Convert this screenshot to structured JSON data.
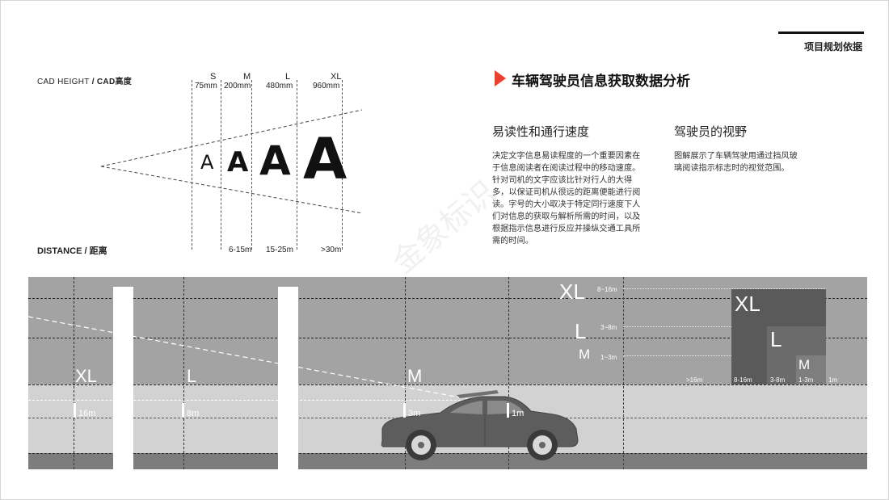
{
  "header": {
    "section": "项目规划依据"
  },
  "diagram": {
    "cad_label_en": "CAD HEIGHT",
    "cad_label_cn": " / CAD高度",
    "distance_label_en": "DISTANCE",
    "distance_label_cn": " / 距离",
    "sizes": [
      {
        "name": "S",
        "height": "75mm",
        "distance": ""
      },
      {
        "name": "M",
        "height": "200mm",
        "distance": "6-15m"
      },
      {
        "name": "L",
        "height": "480mm",
        "distance": "15-25m"
      },
      {
        "name": "XL",
        "height": "960mm",
        "distance": ">30m"
      }
    ],
    "glyph": "A"
  },
  "main": {
    "title": "车辆驾驶员信息获取数据分析",
    "col1": {
      "heading": "易读性和通行速度",
      "body": "决定文字信息易读程度的一个重要因素在于信息阅读者在阅读过程中的移动速度。针对司机的文字应该比针对行人的大得多，以保证司机从很远的距离便能进行阅读。字号的大小取决于特定同行速度下人们对信息的获取与解析所需的时间，以及根据指示信息进行反应并操纵交通工具所需的时间。"
    },
    "col2": {
      "heading": "驾驶员的视野",
      "body": "图解展示了车辆驾驶用通过挡风玻璃阅读指示标志时的视觉范围。"
    }
  },
  "road": {
    "signs": [
      {
        "label": "XL",
        "distance": "16m"
      },
      {
        "label": "L",
        "distance": "8m"
      },
      {
        "label": "M",
        "distance": "3m"
      },
      {
        "label": "",
        "distance": "1m"
      }
    ],
    "chart": {
      "rows": [
        {
          "label": "XL",
          "range": "8~16m"
        },
        {
          "label": "L",
          "range": "3~8m"
        },
        {
          "label": "M",
          "range": "1~3m"
        }
      ],
      "blocks": [
        {
          "label": "XL"
        },
        {
          "label": "L"
        },
        {
          "label": "M"
        }
      ],
      "columns": [
        ">16m",
        "8-16m",
        "3-8m",
        "1-3m",
        "1m"
      ]
    }
  },
  "watermark": "金象标识",
  "colors": {
    "accent": "#e8412f",
    "road_gray": "#b7b7b7",
    "lane_light": "#d4d4d4",
    "dark_gray": "#5a5a5a"
  }
}
